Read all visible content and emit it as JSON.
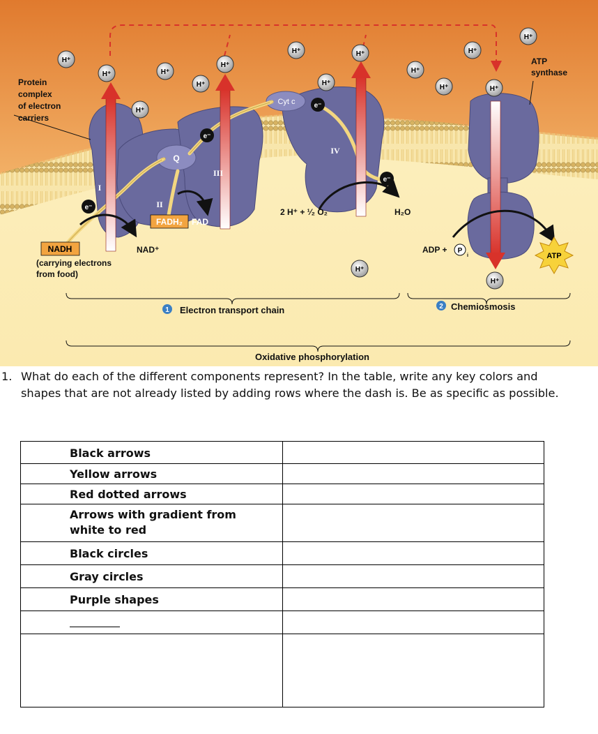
{
  "figure": {
    "labels": {
      "protein_complex": [
        "Protein",
        "complex",
        "of electron",
        "carriers"
      ],
      "atp_synthase": [
        "ATP",
        "synthase"
      ],
      "hplus": "H⁺",
      "eminus": "e⁻",
      "complex_I": "I",
      "complex_II": "II",
      "complex_III": "III",
      "complex_IV": "IV",
      "q": "Q",
      "cytc": "Cyt c",
      "nadh": "NADH",
      "nadh_note": [
        "(carrying electrons",
        "from food)"
      ],
      "nad_plus": "NAD⁺",
      "fadh2": "FADH₂",
      "fad": "FAD",
      "oxygen_eq": "2 H⁺ + ¹⁄₂ O₂",
      "water": "H₂O",
      "adp": "ADP +",
      "pi": "P",
      "pi_sub": "i",
      "atp": "ATP",
      "step1_num": "1",
      "step1_label": "Electron transport chain",
      "step2_num": "2",
      "step2_label": "Chemiosmosis",
      "overall": "Oxidative phosphorylation"
    },
    "colors": {
      "intermembrane_top": "#e07a2e",
      "intermembrane_bottom": "#f2b066",
      "matrix": "#fbeab0",
      "protein": "#6a6a9e",
      "arrow_red": "#d8322a",
      "electron_path": "#f3d780",
      "label_box": "#f2a440"
    }
  },
  "question": {
    "number": "1.",
    "text": "What do each of the different components represent? In the table, write any key colors and shapes that are not already listed by adding rows where the dash is. Be as specific as possible."
  },
  "table": {
    "rows": [
      {
        "label": "Black arrows"
      },
      {
        "label": "Yellow arrows"
      },
      {
        "label": "Red dotted arrows"
      },
      {
        "label": "Arrows with gradient from white to red"
      },
      {
        "label": "Black circles"
      },
      {
        "label": "Gray circles"
      },
      {
        "label": "Purple shapes"
      }
    ]
  }
}
